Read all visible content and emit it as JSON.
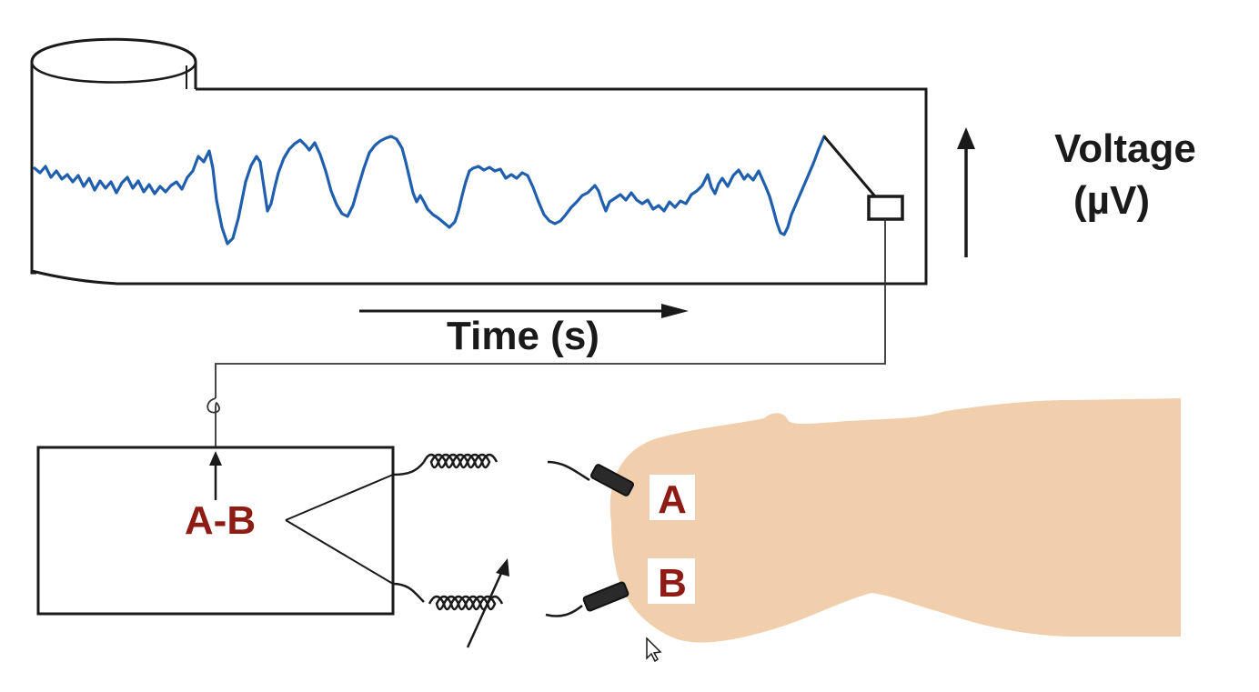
{
  "diagram": {
    "axes": {
      "y_label_line1": "Voltage",
      "y_label_line2": "(µV)",
      "x_label": "Time (s)"
    },
    "circuit": {
      "difference_label": "A-B",
      "electrode_a_label": "A",
      "electrode_b_label": "B"
    },
    "colors": {
      "trace": "#1f5fae",
      "electrode_label": "#8e1c14",
      "head": "#f2cfac",
      "lines": "#1a1a1a"
    }
  }
}
